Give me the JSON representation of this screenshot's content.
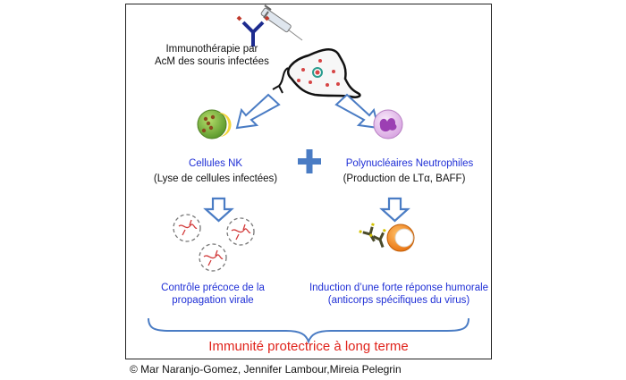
{
  "immunotherapy_label": [
    "Immunothérapie par",
    "AcM des souris infectées"
  ],
  "left_cell": {
    "name": "Cellules NK",
    "function": "(Lyse de cellules infectées)",
    "outcome": [
      "Contrôle précoce de la",
      "propagation virale"
    ]
  },
  "right_cell": {
    "name": "Polynucléaires Neutrophiles",
    "function": "(Production de LTα, BAFF)",
    "outcome": [
      "Induction d’une forte réponse humorale",
      "(anticorps spécifiques du virus)"
    ]
  },
  "plus_symbol": "+",
  "conclusion": "Immunité protectrice à long terme",
  "copyright": "© Mar Naranjo-Gomez, Jennifer Lambour,Mireia Pelegrin",
  "colors": {
    "blue_text": "#1f2fd6",
    "conclusion_red": "#e0231b",
    "arrow_blue": "#4a7cc4",
    "nk_cell_green": "#7cb342",
    "nk_nucleus_yellow": "#f2d43a",
    "neutrophil_pink": "#e7c4ec",
    "neutrophil_nucleus_purple": "#9c3fb3",
    "plasma_cell_orange": "#f08a24"
  }
}
